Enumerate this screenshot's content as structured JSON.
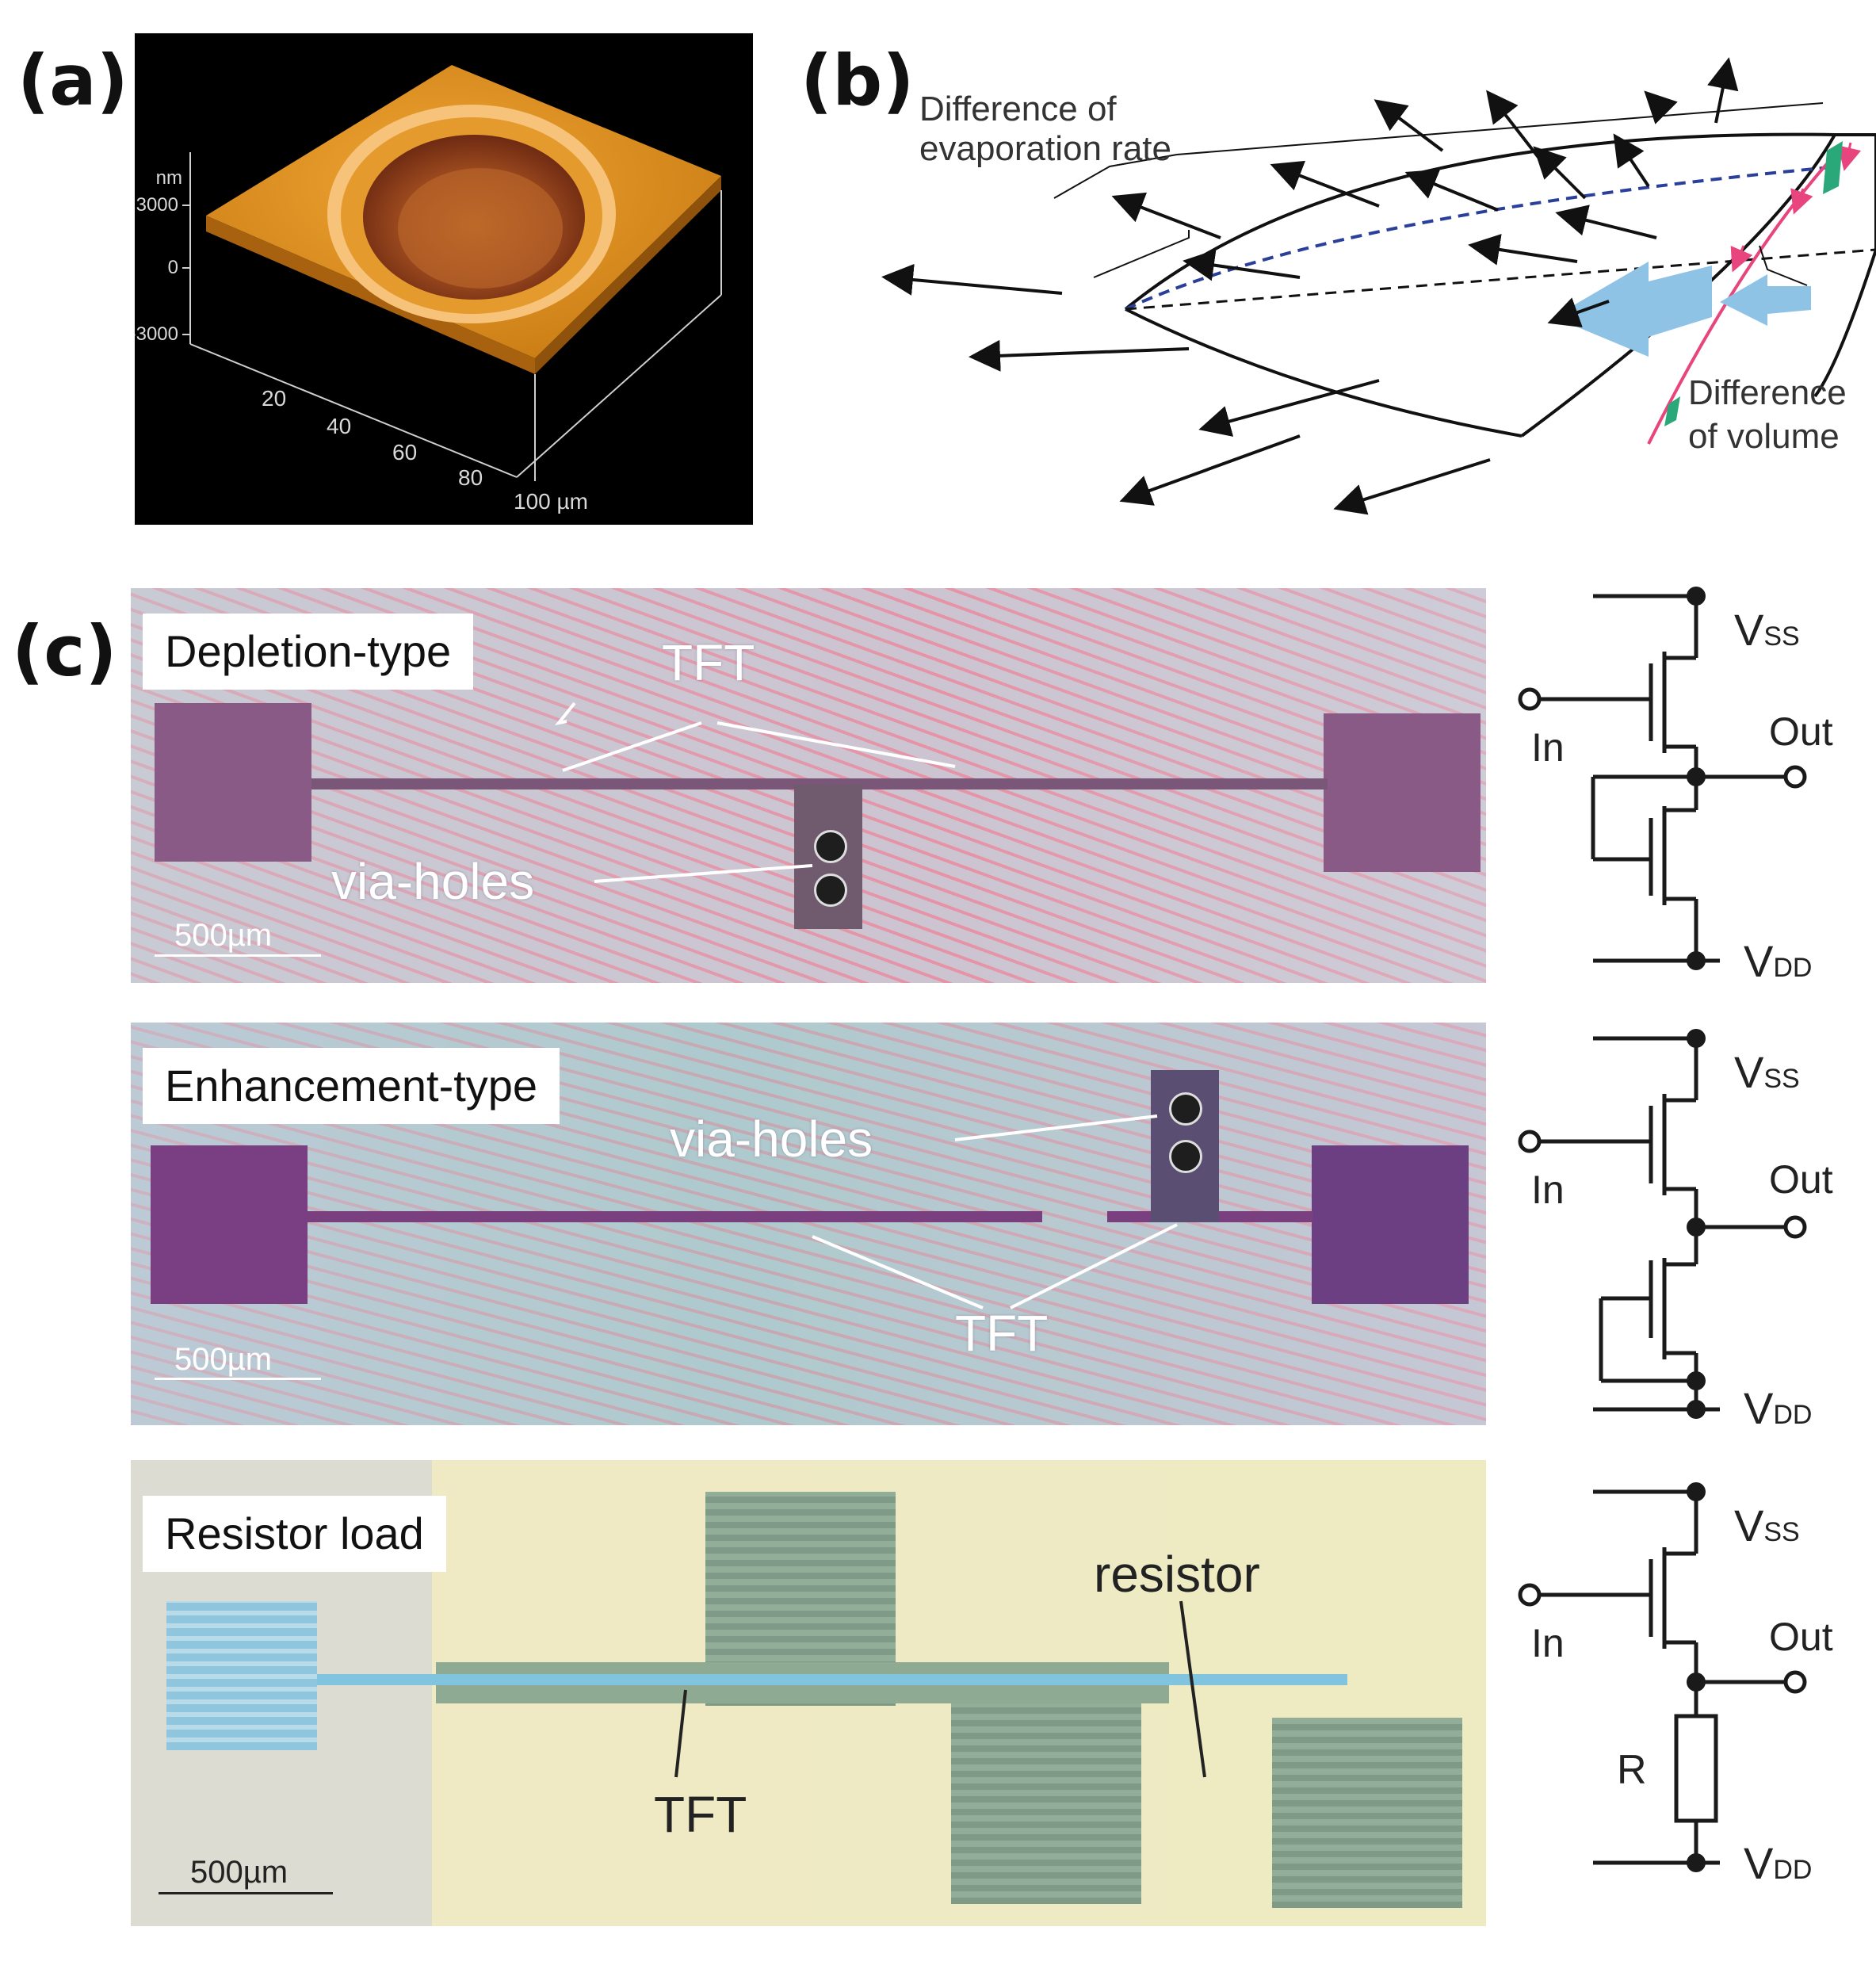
{
  "panels": {
    "a": {
      "label": "(a)",
      "z_unit": "nm",
      "z_ticks": [
        "3000",
        "0",
        "-3000"
      ],
      "x_ticks": [
        "20",
        "40",
        "60",
        "80",
        "100 µm"
      ],
      "surface_color": "#d98e1c"
    },
    "b": {
      "label": "(b)",
      "annotation_top": [
        "Difference of",
        "evaporation rate"
      ],
      "annotation_right": [
        "Difference",
        "of volume"
      ],
      "dashed_blue": "#2a3f9a",
      "pink": "#e8457e",
      "flow_arrow_color": "#8ec3e6"
    },
    "c": {
      "label": "(c)",
      "rows": [
        {
          "type_label": "Depletion-type",
          "labels": [
            "TFT",
            "via-holes"
          ],
          "scale": "500µm",
          "circuit": {
            "vss": "V",
            "vss_sub": "SS",
            "vdd": "V",
            "vdd_sub": "DD",
            "in": "In",
            "out": "Out"
          }
        },
        {
          "type_label": "Enhancement-type",
          "labels": [
            "via-holes",
            "TFT"
          ],
          "scale": "500µm",
          "circuit": {
            "vss": "V",
            "vss_sub": "SS",
            "vdd": "V",
            "vdd_sub": "DD",
            "in": "In",
            "out": "Out"
          }
        },
        {
          "type_label": "Resistor load",
          "labels": [
            "resistor",
            "TFT"
          ],
          "scale": "500µm",
          "circuit": {
            "vss": "V",
            "vss_sub": "SS",
            "vdd": "V",
            "vdd_sub": "DD",
            "in": "In",
            "out": "Out",
            "r": "R"
          }
        }
      ]
    }
  }
}
